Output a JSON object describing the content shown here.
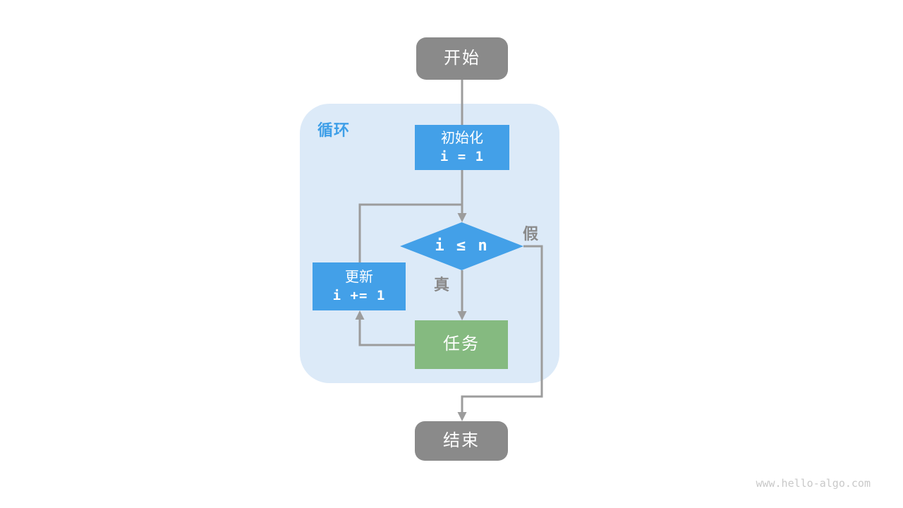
{
  "flowchart": {
    "container": {
      "label": "循环",
      "bg_color": "#DCEAF8",
      "label_color": "#3E9FE8"
    },
    "nodes": {
      "start": {
        "label": "开始",
        "shape": "rounded-rect",
        "bg_color": "#8A8A8A",
        "text_color": "#FFFFFF"
      },
      "init": {
        "label": "初始化",
        "code": "i = 1",
        "shape": "rect",
        "bg_color": "#43A0E8",
        "text_color": "#FFFFFF"
      },
      "condition": {
        "code": "i ≤ n",
        "shape": "diamond",
        "bg_color": "#43A0E8",
        "text_color": "#FFFFFF"
      },
      "update": {
        "label": "更新",
        "code": "i += 1",
        "shape": "rect",
        "bg_color": "#43A0E8",
        "text_color": "#FFFFFF"
      },
      "task": {
        "label": "任务",
        "shape": "rect",
        "bg_color": "#85BA80",
        "text_color": "#FFFFFF"
      },
      "end": {
        "label": "结束",
        "shape": "rounded-rect",
        "bg_color": "#8A8A8A",
        "text_color": "#FFFFFF"
      }
    },
    "edge_labels": {
      "true_branch": "真",
      "false_branch": "假",
      "label_color": "#8A8A8A"
    },
    "edge_color": "#9C9C9C"
  },
  "watermark": {
    "text": "www.hello-algo.com",
    "color": "#C9C9C9"
  }
}
